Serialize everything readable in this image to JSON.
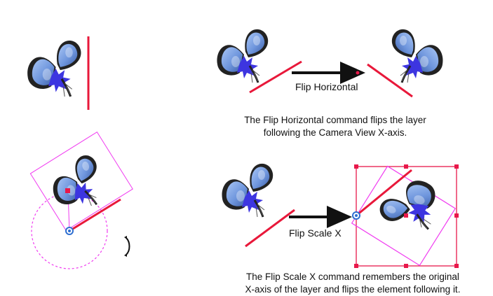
{
  "labels": {
    "flip_horizontal": "Flip Horizontal",
    "flip_scale_x": "Flip Scale X"
  },
  "captions": {
    "flip_horizontal_line1": "The Flip Horizontal command flips the layer",
    "flip_horizontal_line2": "following the Camera View X-axis.",
    "flip_scale_x_line1": "The Flip Scale X command remembers the original",
    "flip_scale_x_line2": "X-axis of the layer and flips the element following it."
  },
  "icons": {
    "butterfly": "butterfly-icon",
    "arrow": "right-arrow-icon",
    "rotate_cursor": "rotate-cursor-icon",
    "pivot": "pivot-point-icon"
  },
  "colors": {
    "axis_line": "#e8183a",
    "transform_box": "#f03cf0",
    "bounding_box": "#e8184a",
    "wing_blue": "#7fa6e6",
    "wing_dark": "#2a2a2a",
    "body_purple": "#4a3fe6",
    "pivot_blue": "#2f6fd1"
  }
}
